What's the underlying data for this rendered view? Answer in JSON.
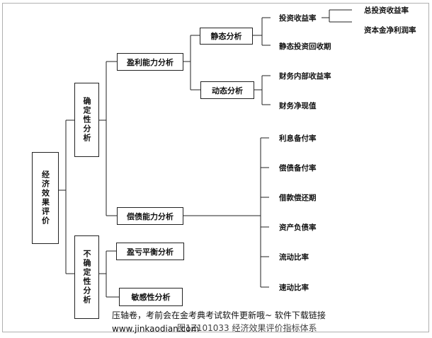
{
  "root": "经济效果评价",
  "certain": "确定性分析",
  "uncertain": "不确定性分析",
  "profit": "盈利能力分析",
  "solvency": "偿债能力分析",
  "breakeven": "盈亏平衡分析",
  "sensitivity": "敏感性分析",
  "static": "静态分析",
  "dynamic": "动态分析",
  "roi": "投资收益率",
  "roi_total": "总投资收益率",
  "roe": "资本金净利润率",
  "static_payback": "静态投资回收期",
  "irr": "财务内部收益率",
  "npv": "财务净现值",
  "interest_coverage": "利息备付率",
  "debt_service_coverage": "偿债备付率",
  "loan_repayment": "借款偿还期",
  "debt_ratio": "资产负债率",
  "current_ratio": "流动比率",
  "quick_ratio": "速动比率",
  "watermark_line1": "压轴卷，考前会在金考典考试软件更新哦~ 软件下载链接",
  "watermark_line2": "www.jinkaodian.com",
  "caption": "图1Z101033  经济效果评价指标体系"
}
